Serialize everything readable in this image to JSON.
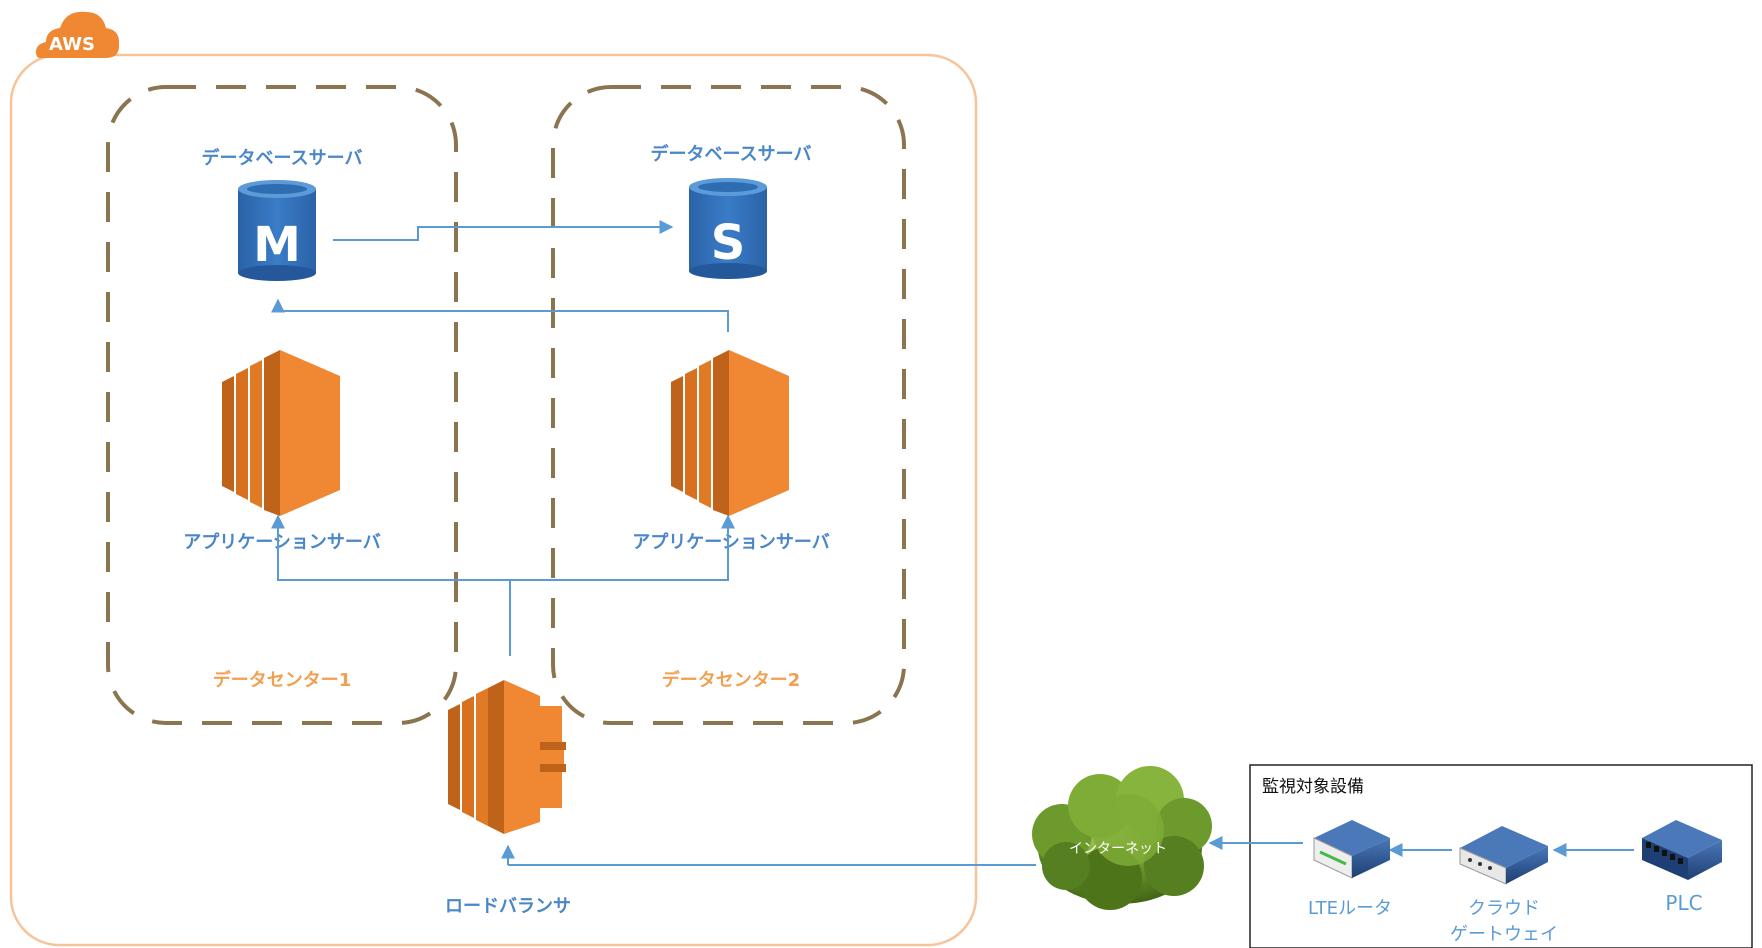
{
  "cloud_label": "AWS",
  "datacenters": [
    {
      "label": "データセンター1",
      "db_label": "データベースサーバ",
      "db_letter": "M",
      "app_label": "アプリケーションサーバ"
    },
    {
      "label": "データセンター2",
      "db_label": "データベースサーバ",
      "db_letter": "S",
      "app_label": "アプリケーションサーバ"
    }
  ],
  "load_balancer_label": "ロードバランサ",
  "internet_label": "インターネット",
  "facility": {
    "title": "監視対象設備",
    "lte_router": "LTEルータ",
    "gateway_line1": "クラウド",
    "gateway_line2": "ゲートウェイ",
    "plc": "PLC"
  },
  "colors": {
    "aws_orange": "#f0a050",
    "dc_border": "#8b7450",
    "connector": "#5b9bd5",
    "ec2_orange": "#f08732",
    "db_blue": "#2f6db3"
  }
}
